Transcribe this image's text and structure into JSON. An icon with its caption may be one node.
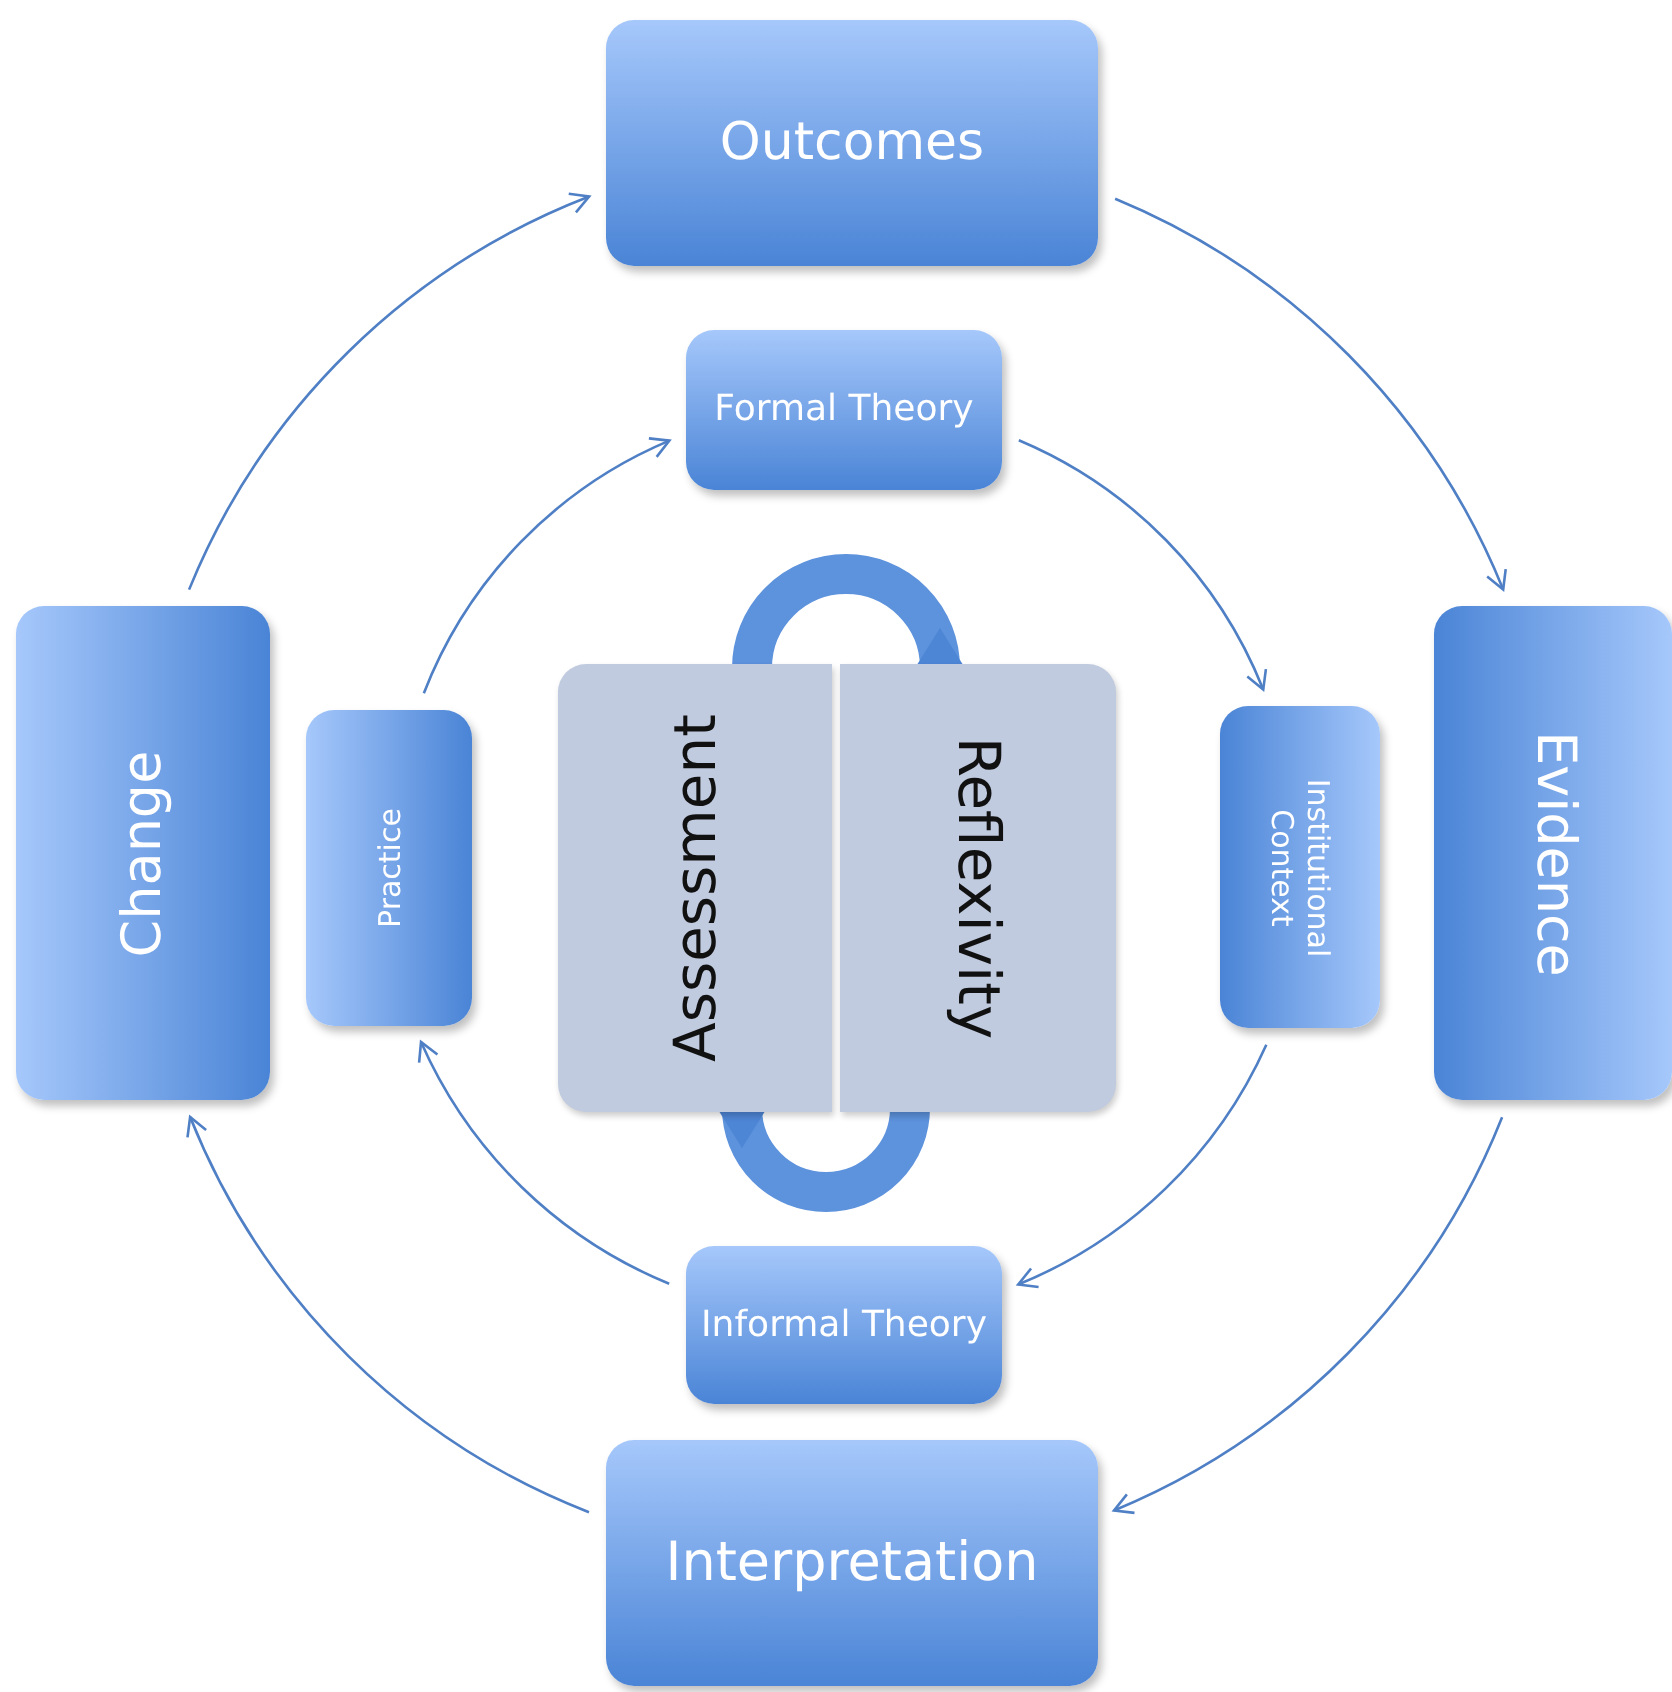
{
  "diagram": {
    "nodes": [
      {
        "text": [
          "Outcomes"
        ]
      },
      {
        "text": [
          "Formal Theory"
        ]
      },
      {
        "text": [
          "Change"
        ]
      },
      {
        "text": [
          "Practice"
        ]
      },
      {
        "text": [
          "Assessment"
        ]
      },
      {
        "text": [
          "Reflexivity"
        ]
      },
      {
        "text": [
          "Institutional Context"
        ]
      },
      {
        "text": [
          "Evidence"
        ]
      },
      {
        "text": [
          "Informal Theory"
        ]
      },
      {
        "text": [
          "Interpretation"
        ]
      }
    ],
    "edges": [
      {
        "from": 2,
        "to": 0,
        "arrow": "to"
      },
      {
        "from": 0,
        "to": 7,
        "arrow": "to"
      },
      {
        "from": 7,
        "to": 9,
        "arrow": "to"
      },
      {
        "from": 9,
        "to": 2,
        "arrow": "to"
      },
      {
        "from": 3,
        "to": 1,
        "arrow": "to"
      },
      {
        "from": 1,
        "to": 6,
        "arrow": "to"
      },
      {
        "from": 6,
        "to": 8,
        "arrow": "to"
      },
      {
        "from": 8,
        "to": 3,
        "arrow": "to"
      },
      {
        "from": 4,
        "to": 5,
        "arrow": "to",
        "style": "thick"
      },
      {
        "from": 5,
        "to": 4,
        "arrow": "to",
        "style": "thick"
      }
    ]
  }
}
